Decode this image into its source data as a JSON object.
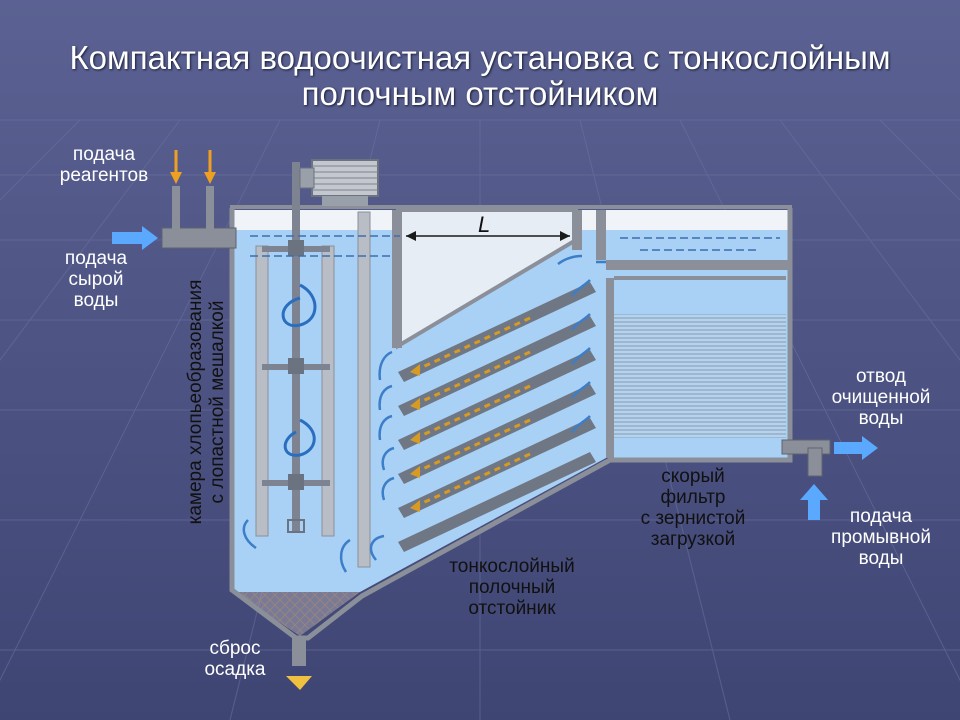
{
  "title": {
    "line1": "Компактная водоочистная установка с тонкослойным",
    "line2": "полочным отстойником"
  },
  "labels": {
    "reagents": [
      "подача",
      "реагентов"
    ],
    "raw_water": [
      "подача",
      "сырой",
      "воды"
    ],
    "chamber": [
      "камера хлопьеобразования",
      "с лопастной мешалкой"
    ],
    "sludge": [
      "сброс",
      "осадка"
    ],
    "settler": [
      "тонкослойный",
      "полочный",
      "отстойник"
    ],
    "filter": [
      "скорый",
      "фильтр",
      "с зернистой",
      "загрузкой"
    ],
    "clean_water": [
      "отвод",
      "очищенной",
      "воды"
    ],
    "wash_water": [
      "подача",
      "промывной",
      "воды"
    ],
    "dimension": "L"
  },
  "colors": {
    "background": "#4e5585",
    "grid_line": "#6c73a3",
    "water": "#a9d1f5",
    "water_light": "#d0e7fb",
    "wall": "#8a8f99",
    "shelf": "#6f7784",
    "flow_arrow": "#3c7ec8",
    "sludge_arrow": "#d79a24",
    "pipe_arrow": "#5aa9ff",
    "reagent_arrow": "#f0a020"
  },
  "icons": [
    "motor-icon",
    "agitator-icon",
    "inlet-arrow-icon",
    "reagent-arrow-icon",
    "outlet-arrow-icon",
    "wash-arrow-icon",
    "sludge-arrow-icon"
  ]
}
